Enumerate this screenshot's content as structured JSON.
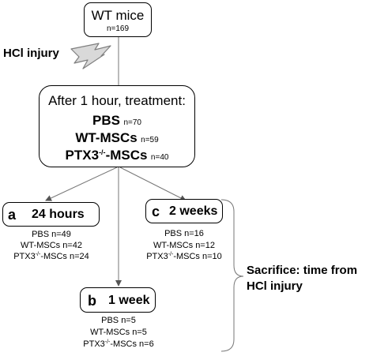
{
  "mice_box": {
    "title": "WT mice",
    "n": "n=169"
  },
  "injury_label": "HCl injury",
  "treatment_box": {
    "header": "After 1 hour, treatment:",
    "rows": [
      {
        "label": "PBS",
        "sup": "",
        "label_suffix": "",
        "n": "n=70"
      },
      {
        "label": "WT-MSCs",
        "sup": "",
        "label_suffix": "",
        "n": "n=59"
      },
      {
        "label": "PTX3",
        "sup": "-/-",
        "label_suffix": "-MSCs",
        "n": "n=40"
      }
    ]
  },
  "groups": {
    "a": {
      "letter": "a",
      "title": "24 hours",
      "counts": [
        "PBS n=49",
        "WT-MSCs n=42"
      ],
      "ptx_prefix": "PTX3",
      "ptx_sup": "-/-",
      "ptx_rest": "-MSCs n=24"
    },
    "b": {
      "letter": "b",
      "title": "1 week",
      "counts": [
        "PBS n=5",
        "WT-MSCs n=5"
      ],
      "ptx_prefix": "PTX3",
      "ptx_sup": "-/-",
      "ptx_rest": "-MSCs n=6"
    },
    "c": {
      "letter": "c",
      "title": "2 weeks",
      "counts": [
        "PBS n=16",
        "WT-MSCs n=12"
      ],
      "ptx_prefix": "PTX3",
      "ptx_sup": "-/-",
      "ptx_rest": "-MSCs n=10"
    }
  },
  "sacrifice_label": [
    "Sacrifice: time from",
    "HCl injury"
  ],
  "colors": {
    "line": "#000000",
    "arrow_gray": "#555555",
    "bolt_fill": "#d9d9d9",
    "bolt_stroke": "#7f7f7f"
  },
  "icons": {
    "injury": "lightning-bolt-icon"
  }
}
